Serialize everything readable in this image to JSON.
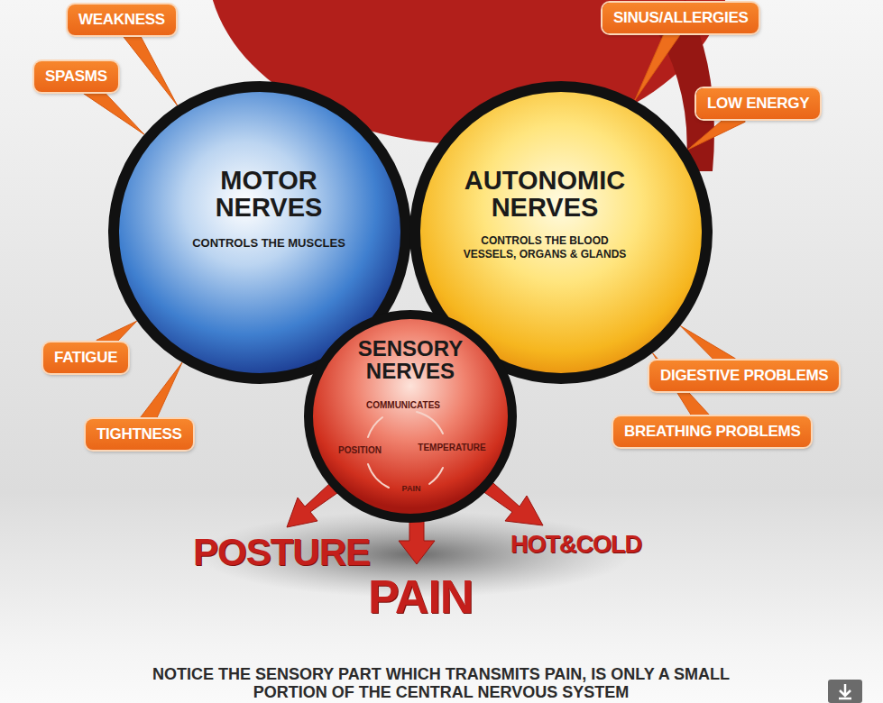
{
  "diagram": {
    "caption": "NOTICE THE SENSORY PART WHICH TRANSMITS PAIN, IS ONLY A SMALL PORTION OF THE CENTRAL NERVOUS SYSTEM",
    "nodes": [
      {
        "text": [
          "WEAKNESS"
        ]
      },
      {
        "text": [
          "SINUS/ALLERGIES"
        ]
      },
      {
        "text": [
          "SPASMS"
        ]
      },
      {
        "text": [
          "LOW ENERGY"
        ]
      },
      {
        "text": [
          "MOTOR NERVES",
          "CONTROLS THE MUSCLES"
        ]
      },
      {
        "text": [
          "AUTONOMIC NERVES",
          "CONTROLS THE BLOOD VESSELS, ORGANS & GLANDS"
        ]
      },
      {
        "text": [
          "FATIGUE"
        ]
      },
      {
        "text": [
          "DIGESTIVE PROBLEMS"
        ]
      },
      {
        "text": [
          "SENSORY NERVES",
          "COMMUNICATES",
          "POSITION",
          "TEMPERATURE",
          "PAIN"
        ]
      },
      {
        "text": [
          "TIGHTNESS"
        ]
      },
      {
        "text": [
          "BREATHING PROBLEMS"
        ]
      }
    ],
    "edges": [
      {
        "from": 0,
        "to": 4,
        "arrow": "to"
      },
      {
        "from": 1,
        "to": 5,
        "arrow": "to"
      },
      {
        "from": 2,
        "to": 4,
        "arrow": "to"
      },
      {
        "from": 3,
        "to": 5,
        "arrow": "to"
      },
      {
        "from": 6,
        "to": 4,
        "arrow": "to"
      },
      {
        "from": 7,
        "to": 5,
        "arrow": "to"
      },
      {
        "from": 9,
        "to": 4,
        "arrow": "to"
      },
      {
        "from": 10,
        "to": 5,
        "arrow": "to"
      }
    ],
    "labels": [
      "POSTURE",
      "PAIN",
      "HOT&COLD"
    ]
  }
}
